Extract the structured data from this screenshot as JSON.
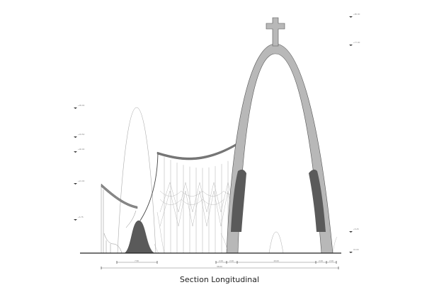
{
  "title": "Section Longitudinal",
  "levels_left": [
    "+39.00",
    "+33.50",
    "+30.00",
    "+21.00",
    "+6.75"
  ],
  "levels_right": [
    "+86.00",
    "+77.00",
    "+5.25",
    "±0.00"
  ],
  "dimensions_top": [
    "7.50",
    "2.00",
    "2.00",
    "16.00",
    "2.00",
    "2.00"
  ],
  "dimension_total": "58.00",
  "colors": {
    "stroke": "#555555",
    "arch_fill": "#b8b8b8",
    "dark_fill": "#5a5a5a"
  }
}
